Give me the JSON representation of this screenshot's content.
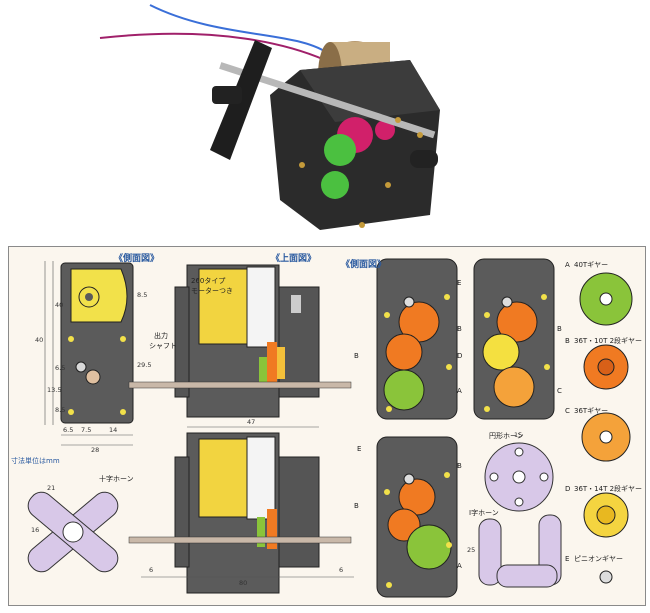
{
  "headings": {
    "side_view_1": "《側面図》",
    "top_view": "《上面図》",
    "side_view_2": "《側面図》"
  },
  "labels": {
    "motor_260": "260タイプ",
    "motor_with": "モーターつき",
    "output": "出力",
    "shaft": "シャフト",
    "dims_unit": "寸法単位はmm",
    "cross_horn": "十字ホーン",
    "round_horn": "円形ホーン",
    "i_horn": "I字ホーン"
  },
  "gear_legend": [
    {
      "marker": "A",
      "label": "40Tギヤー",
      "color": "#8ac43a"
    },
    {
      "marker": "B",
      "label": "36T・10T 2段ギヤー",
      "color": "#f07a22"
    },
    {
      "marker": "C",
      "label": "36Tギヤー",
      "color": "#f4a23a"
    },
    {
      "marker": "D",
      "label": "36T・14T 2段ギヤー",
      "color": "#f4c03a"
    },
    {
      "marker": "E",
      "label": "ピニオンギヤー",
      "color": "#c8c8c8"
    }
  ],
  "callouts": [
    "A",
    "B",
    "C",
    "D",
    "E"
  ],
  "dimensions": {
    "height_total": "40",
    "h_upper": "40",
    "h_mid": "6.5",
    "h_low": "13.5",
    "h_low2": "8.5",
    "right_85": "8.5",
    "right_295": "29.5",
    "w_65": "6.5",
    "w_75": "7.5",
    "w_14": "14",
    "w_28": "28",
    "top_width": "47",
    "bottom_width": "80",
    "shaft_6a": "6",
    "shaft_6b": "6",
    "round_15": "15",
    "cross_21": "21",
    "cross_16": "16",
    "i_25": "25"
  }
}
